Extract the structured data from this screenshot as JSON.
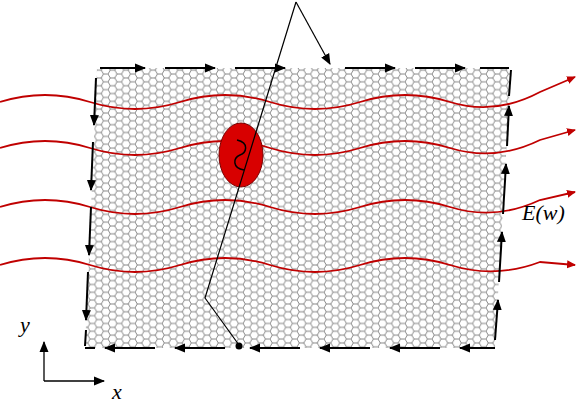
{
  "diagram": {
    "labels": [
      "E(w)",
      "y",
      "x"
    ]
  }
}
